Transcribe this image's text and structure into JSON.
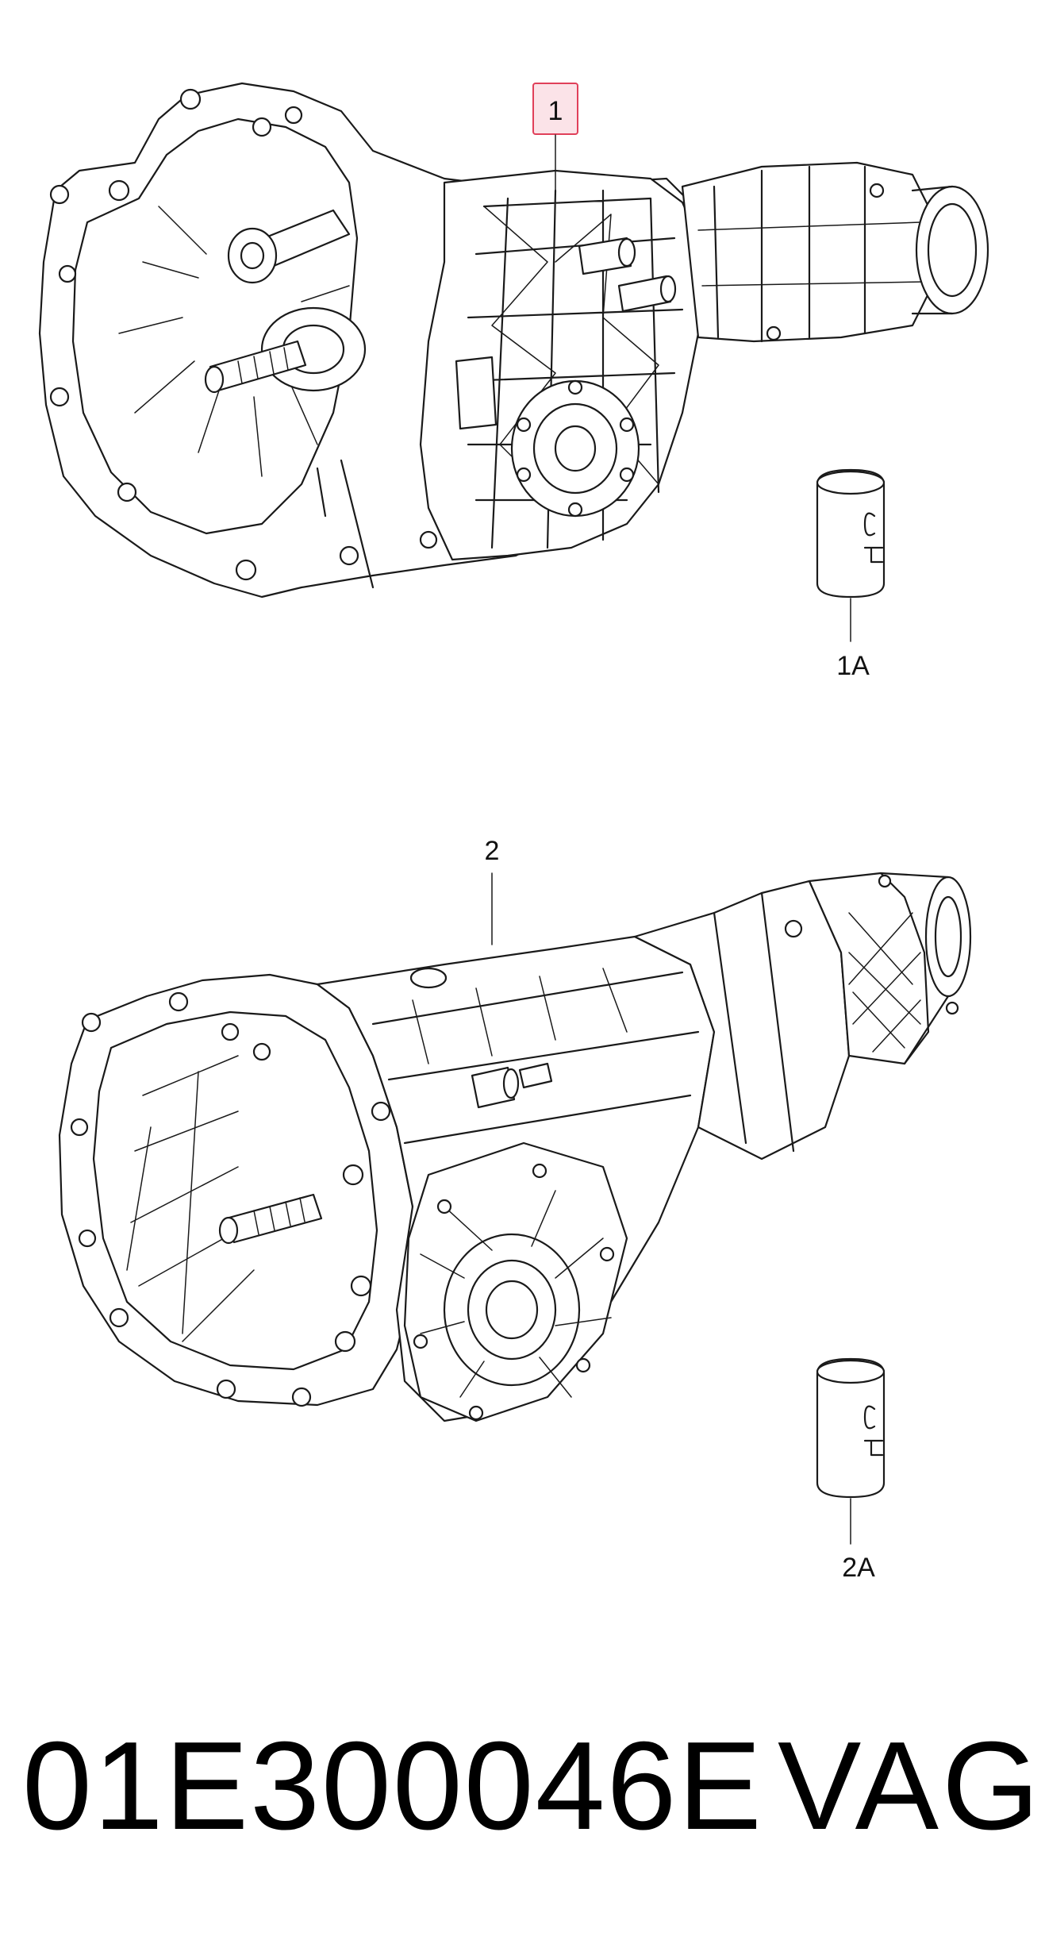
{
  "callouts": [
    {
      "id": "1",
      "label": "1",
      "boxed": true
    },
    {
      "id": "1A",
      "label": "1A",
      "boxed": false
    },
    {
      "id": "2",
      "label": "2",
      "boxed": false
    },
    {
      "id": "2A",
      "label": "2A",
      "boxed": false
    }
  ],
  "footer": {
    "part_number": "01E300046E",
    "brand": "VAG"
  },
  "colors": {
    "highlight_box": "#e0405a",
    "highlight_fill": "#fbe3e8",
    "line": "#1a1a1a"
  }
}
